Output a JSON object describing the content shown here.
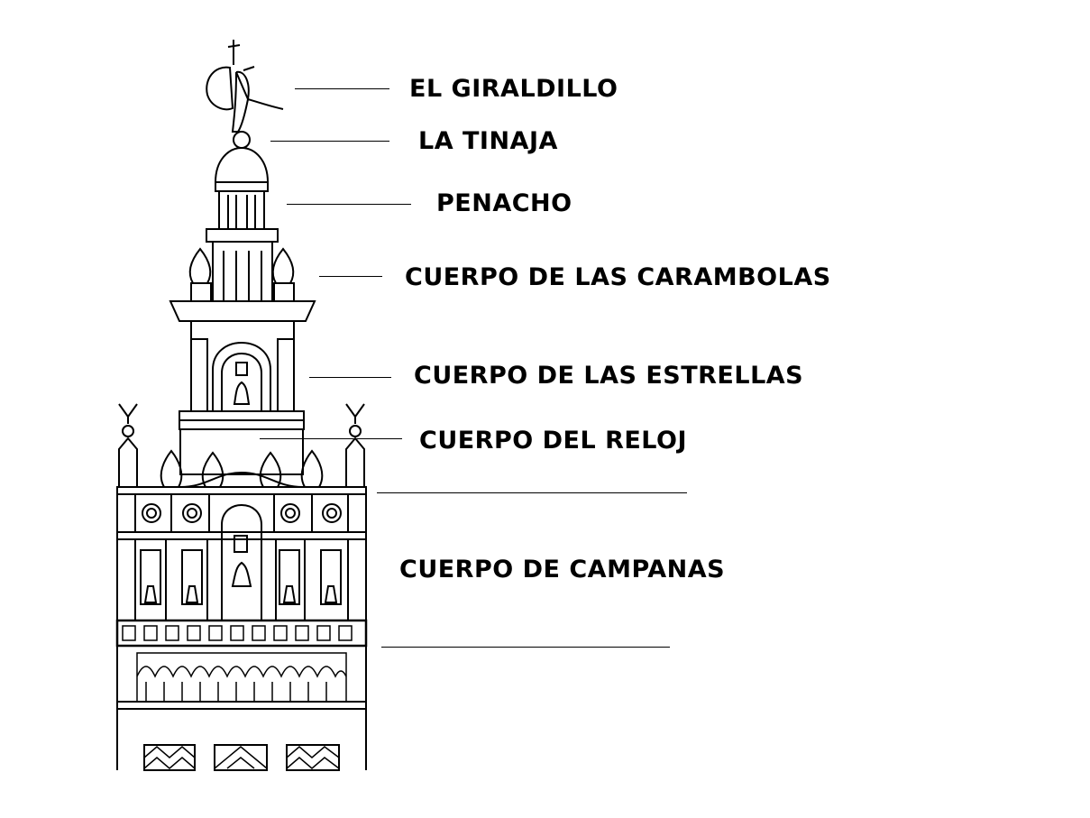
{
  "labels": {
    "giraldillo": "EL GIRALDILLO",
    "tinaja": "LA TINAJA",
    "penacho": "PENACHO",
    "carambolas": "CUERPO DE LAS CARAMBOLAS",
    "estrellas": "CUERPO DE LAS ESTRELLAS",
    "reloj": "CUERPO DEL RELOJ",
    "campanas": "CUERPO DE CAMPANAS"
  },
  "colors": {
    "ink": "#000000",
    "background": "#ffffff"
  }
}
